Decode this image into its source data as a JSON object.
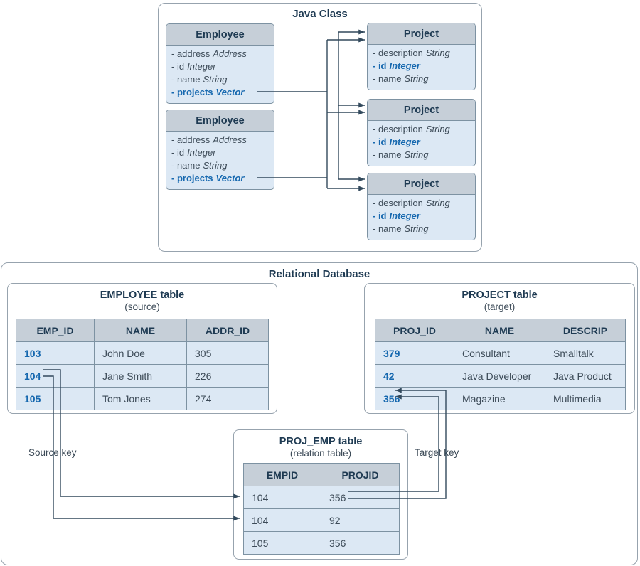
{
  "java_class": {
    "title": "Java Class",
    "employees": [
      {
        "title": "Employee",
        "attrs": [
          {
            "label": "- address",
            "type": "Address"
          },
          {
            "label": "- id",
            "type": "Integer"
          },
          {
            "label": "- name",
            "type": "String"
          },
          {
            "label": "- projects",
            "type": "Vector"
          }
        ]
      },
      {
        "title": "Employee",
        "attrs": [
          {
            "label": "- address",
            "type": "Address"
          },
          {
            "label": "- id",
            "type": "Integer"
          },
          {
            "label": "- name",
            "type": "String"
          },
          {
            "label": "- projects",
            "type": "Vector"
          }
        ]
      }
    ],
    "projects": [
      {
        "title": "Project",
        "attrs": [
          {
            "label": "- description",
            "type": "String"
          },
          {
            "label": "- id",
            "type": "Integer"
          },
          {
            "label": "- name",
            "type": "String"
          }
        ]
      },
      {
        "title": "Project",
        "attrs": [
          {
            "label": "- description",
            "type": "String"
          },
          {
            "label": "- id",
            "type": "Integer"
          },
          {
            "label": "- name",
            "type": "String"
          }
        ]
      },
      {
        "title": "Project",
        "attrs": [
          {
            "label": "- description",
            "type": "String"
          },
          {
            "label": "- id",
            "type": "Integer"
          },
          {
            "label": "- name",
            "type": "String"
          }
        ]
      }
    ]
  },
  "relational_database": {
    "title": "Relational Database",
    "employee_table": {
      "title": "EMPLOYEE table",
      "subtitle": "(source)",
      "headers": [
        "EMP_ID",
        "NAME",
        "ADDR_ID"
      ],
      "rows": [
        [
          "103",
          "John Doe",
          "305"
        ],
        [
          "104",
          "Jane Smith",
          "226"
        ],
        [
          "105",
          "Tom Jones",
          "274"
        ]
      ]
    },
    "project_table": {
      "title": "PROJECT table",
      "subtitle": "(target)",
      "headers": [
        "PROJ_ID",
        "NAME",
        "DESCRIP"
      ],
      "rows": [
        [
          "379",
          "Consultant",
          "Smalltalk"
        ],
        [
          "42",
          "Java Developer",
          "Java Product"
        ],
        [
          "356",
          "Magazine",
          "Multimedia"
        ]
      ]
    },
    "proj_emp_table": {
      "title": "PROJ_EMP table",
      "subtitle": "(relation table)",
      "headers": [
        "EMPID",
        "PROJID"
      ],
      "rows": [
        [
          "104",
          "356"
        ],
        [
          "104",
          "92"
        ],
        [
          "105",
          "356"
        ]
      ]
    },
    "source_key_label": "Source key",
    "target_key_label": "Target key"
  },
  "colors": {
    "accent_blue": "#1668af",
    "heading_navy": "#1e3a52",
    "body_text": "#3d4b58",
    "header_fill": "#c6cfd8",
    "row_fill": "#dce8f4",
    "inner_border": "#7d92a2",
    "outer_border": "#97a3ae",
    "connector": "#32495c"
  }
}
